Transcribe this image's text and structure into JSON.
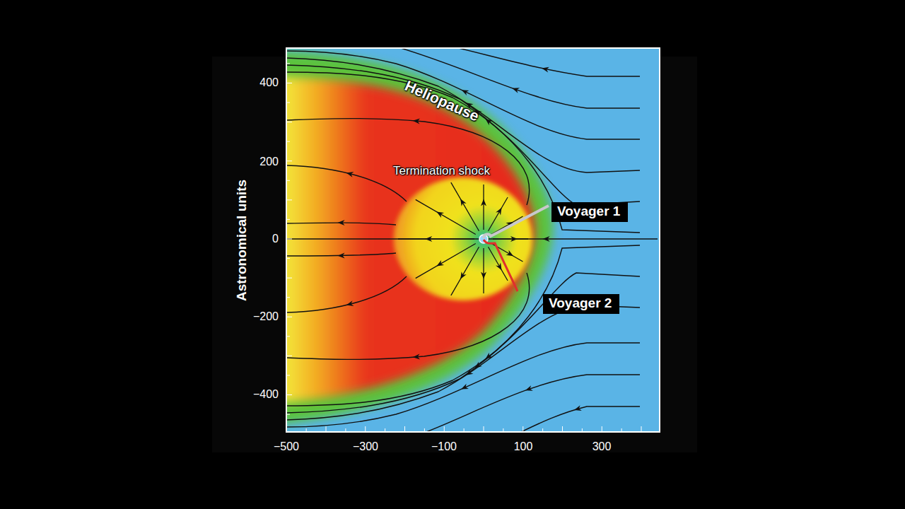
{
  "diagram": {
    "nodes": [
      {
        "text": [
          "Voyager 1"
        ]
      },
      {
        "text": [
          "Voyager 2"
        ]
      }
    ],
    "labels": [
      "Heliopause",
      "Termination shock",
      "Astronomical units",
      "400",
      "200",
      "0",
      "−200",
      "−400",
      "−500",
      "−300",
      "−100",
      "100",
      "300"
    ]
  }
}
